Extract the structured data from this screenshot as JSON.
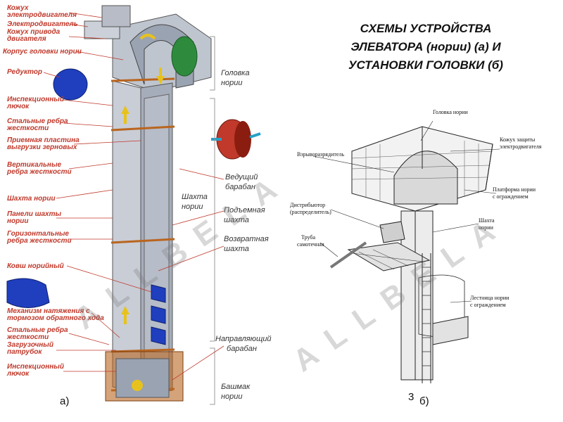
{
  "title": {
    "line1": "СХЕМЫ УСТРОЙСТВА",
    "line2": "ЭЛЕВАТОРА (нории) (а) И",
    "line3": "УСТАНОВКИ ГОЛОВКИ (б)"
  },
  "left_labels": {
    "casing_motor_1": "Кожух",
    "casing_motor_2": "электродвигателя",
    "motor": "Электродвигатель",
    "casing_drive_1": "Кожух привода",
    "casing_drive_2": "двигателя",
    "head_body": "Корпус головки нории",
    "reducer": "Редуктор",
    "inspection_hatch_top_1": "Инспекционный",
    "inspection_hatch_top_2": "лючок",
    "steel_ribs_top_1": "Стальные ребра",
    "steel_ribs_top_2": "жесткости",
    "discharge_plate_1": "Приемная пластина",
    "discharge_plate_2": "выгрузки зерновых",
    "vertical_ribs_1": "Вертикальные",
    "vertical_ribs_2": "ребра жесткости",
    "shaft": "Шахта нории",
    "shaft_panels_1": "Панели шахты",
    "shaft_panels_2": "нории",
    "horizontal_ribs_1": "Горизонтальные",
    "horizontal_ribs_2": "ребра жесткости",
    "bucket": "Ковш норийный",
    "tension_1": "Механизм натяжения с",
    "tension_2": "тормозом обратного хода",
    "steel_ribs_bot_1": "Стальные ребра",
    "steel_ribs_bot_2": "жесткости",
    "loading_1": "Загрузочный",
    "loading_2": "патрубок",
    "inspection_hatch_bot_1": "Инспекционный",
    "inspection_hatch_bot_2": "лючок"
  },
  "right_labels": {
    "head_1": "Головка",
    "head_2": "нории",
    "drive_drum_1": "Ведущий",
    "drive_drum_2": "барабан",
    "shaft_1": "Шахта",
    "shaft_2": "нории",
    "lift_shaft_1": "Подъемная",
    "lift_shaft_2": "шахта",
    "return_shaft_1": "Возвратная",
    "return_shaft_2": "шахта",
    "guide_drum_1": "Направляющий",
    "guide_drum_2": "барабан",
    "boot_1": "Башмак",
    "boot_2": "нории"
  },
  "sketch_labels": {
    "head": "Головка нории",
    "motor_casing_1": "Кожух защиты",
    "motor_casing_2": "электродвигателя",
    "distributor_top": "Взрыворазрядитель",
    "platform_1": "Платформа нории",
    "platform_2": "с ограждением",
    "distributor_1": "Дистрибьютор",
    "distributor_2": "(распределитель)",
    "shaft_1": "Шахта",
    "shaft_2": "нории",
    "pipe_1": "Труба",
    "pipe_2": "самотечная",
    "ladder_1": "Лестница нории",
    "ladder_2": "с ограждением"
  },
  "captions": {
    "a": "а)",
    "b": "б)",
    "page_num": "3"
  },
  "watermark": "ALLBELA",
  "colors": {
    "label_red": "#c0392b",
    "frame_orange": "#b9651f",
    "casing_gray": "#c8ccd4",
    "bucket_blue": "#1f3fbf",
    "motor_green": "#2e8b3d"
  }
}
